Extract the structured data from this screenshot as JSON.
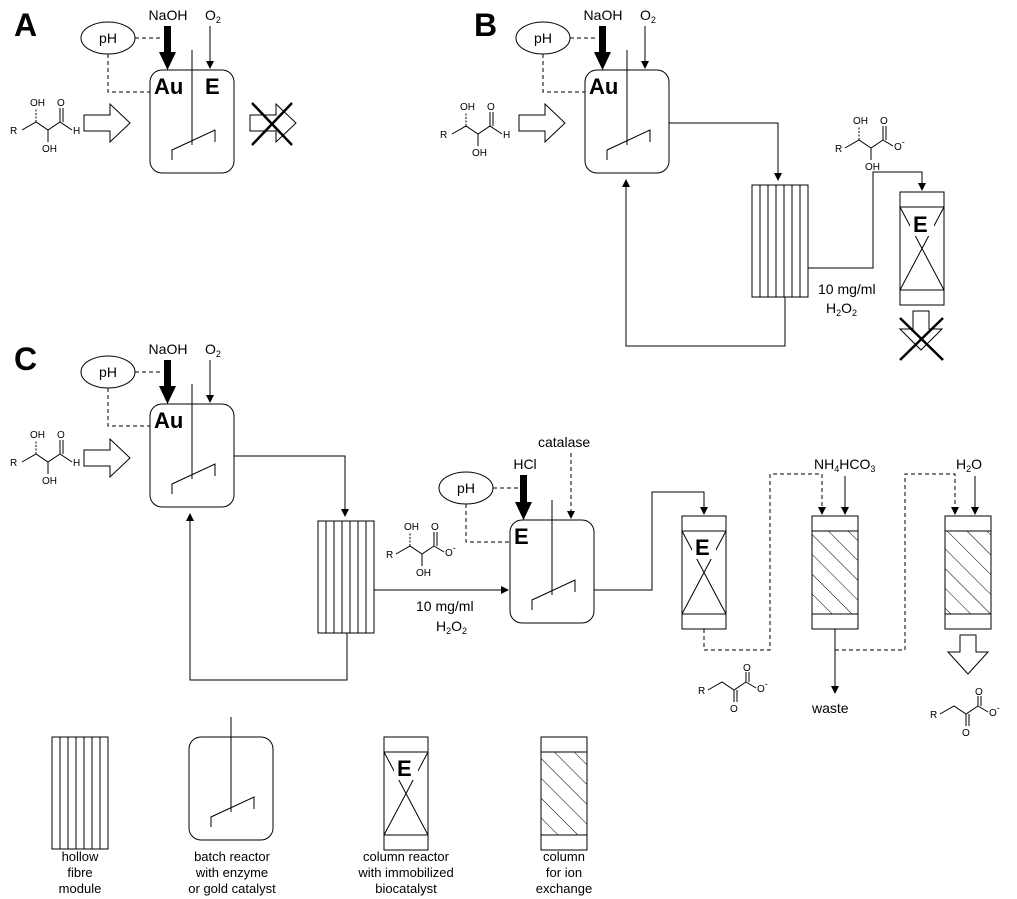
{
  "panels": {
    "a": "A",
    "b": "B",
    "c": "C"
  },
  "labels": {
    "ph": "pH",
    "naoh": "NaOH",
    "o2_main": "O",
    "o2_sub": "2",
    "au": "Au",
    "e": "E",
    "hcl": "HCl",
    "catalase": "catalase",
    "nh4hco3_a": "NH",
    "nh4hco3_sub1": "4",
    "nh4hco3_b": "HCO",
    "nh4hco3_sub2": "3",
    "h2o_a": "H",
    "h2o_sub": "2",
    "h2o_b": "O",
    "conc": "10 mg/ml",
    "h2o2_a": "H",
    "h2o2_sub1": "2",
    "h2o2_b": "O",
    "h2o2_sub2": "2",
    "waste": "waste"
  },
  "chem": {
    "oh": "OH",
    "r": "R",
    "h": "H",
    "o": "O",
    "o_minus": "O"
  },
  "legend": {
    "hollow_fibre": [
      "hollow",
      "fibre",
      "module"
    ],
    "batch_reactor": [
      "batch reactor",
      "with enzyme",
      "or gold catalyst"
    ],
    "column_reactor": [
      "column reactor",
      "with immobilized",
      "biocatalyst"
    ],
    "ion_column": [
      "column",
      "for ion",
      "exchange"
    ]
  }
}
